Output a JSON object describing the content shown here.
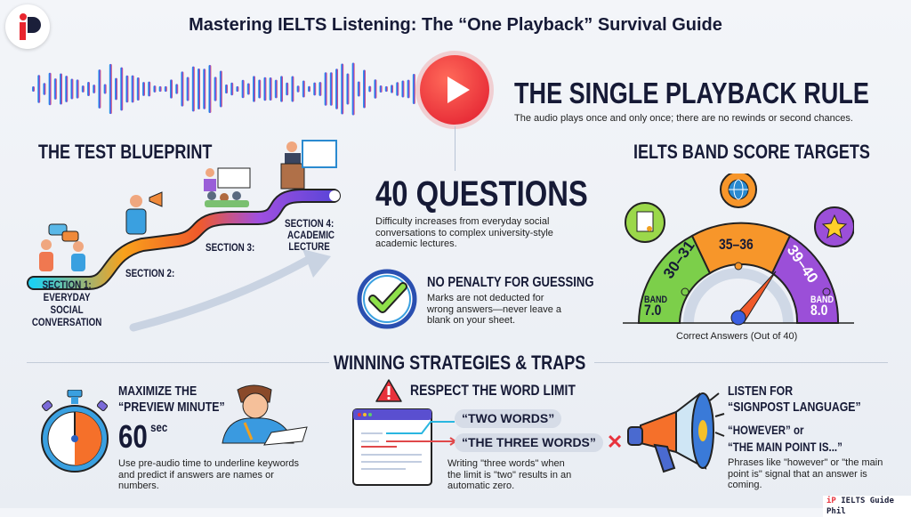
{
  "header": {
    "title": "Mastering IELTS Listening: The “One Playback” Survival Guide",
    "logo_text": "iP"
  },
  "playback": {
    "heading": "THE SINGLE PLAYBACK RULE",
    "text": "The audio plays once and only once; there are no rewinds or second chances."
  },
  "blueprint": {
    "heading": "THE TEST BLUEPRINT",
    "sections": [
      {
        "label": "SECTION 1:",
        "sub": "EVERYDAY SOCIAL CONVERSATION"
      },
      {
        "label": "SECTION 2:",
        "sub": ""
      },
      {
        "label": "SECTION 3:",
        "sub": ""
      },
      {
        "label": "SECTION 4:",
        "sub": "ACADEMIC LECTURE"
      }
    ]
  },
  "questions": {
    "heading": "40 QUESTIONS",
    "text": "Difficulty increases from everyday social conversations to complex university-style academic lectures."
  },
  "penalty": {
    "heading": "NO PENALTY FOR GUESSING",
    "text": "Marks are not deducted for wrong answers—never leave a blank on your sheet."
  },
  "bands": {
    "heading": "IELTS BAND SCORE TARGETS",
    "ranges": [
      "30–31",
      "35–36",
      "39–40"
    ],
    "band_low_label": "BAND",
    "band_low": "7.0",
    "band_high_label": "BAND",
    "band_high": "8.0",
    "caption": "Correct Answers (Out of 40)",
    "colors": [
      "#7ccf4a",
      "#f7962a",
      "#9b4fd8"
    ]
  },
  "strategies": {
    "heading": "WINNING STRATEGIES & TRAPS",
    "preview": {
      "line1": "MAXIMIZE THE",
      "line2": "“PREVIEW MINUTE”",
      "value": "60",
      "unit": "sec",
      "text": "Use pre-audio time to underline keywords and predict if answers are names or numbers."
    },
    "word_limit": {
      "heading": "RESPECT THE WORD LIMIT",
      "correct": "“TWO WORDS”",
      "wrong": "“THE THREE WORDS”",
      "text": "Writing \"three words\" when the limit is \"two\" results in an automatic zero."
    },
    "signpost": {
      "line1": "LISTEN FOR",
      "line2": "“SIGNPOST LANGUAGE”",
      "ex1": "“HOWEVER” or",
      "ex2": "“THE MAIN POINT IS...”",
      "text": "Phrases like \"however\" or \"the main point is\" signal that an answer is coming."
    }
  },
  "watermark": "IELTS Guide Phil"
}
